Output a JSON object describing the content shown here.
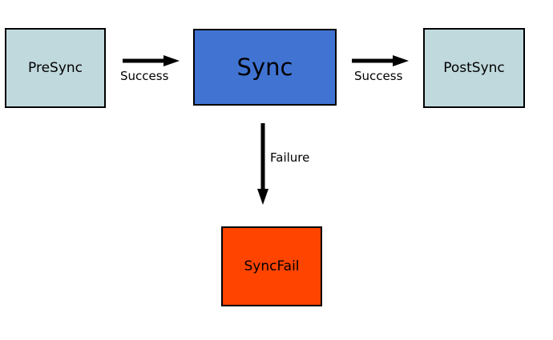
{
  "nodes": {
    "presync": {
      "label": "PreSync",
      "color": "#c0d9dd"
    },
    "sync": {
      "label": "Sync",
      "color": "#4174d2"
    },
    "postsync": {
      "label": "PostSync",
      "color": "#c0d9dd"
    },
    "syncfail": {
      "label": "SyncFail",
      "color": "#ff4400"
    }
  },
  "edges": {
    "presync_to_sync": {
      "label": "Success"
    },
    "sync_to_postsync": {
      "label": "Success"
    },
    "sync_to_syncfail": {
      "label": "Failure"
    }
  }
}
